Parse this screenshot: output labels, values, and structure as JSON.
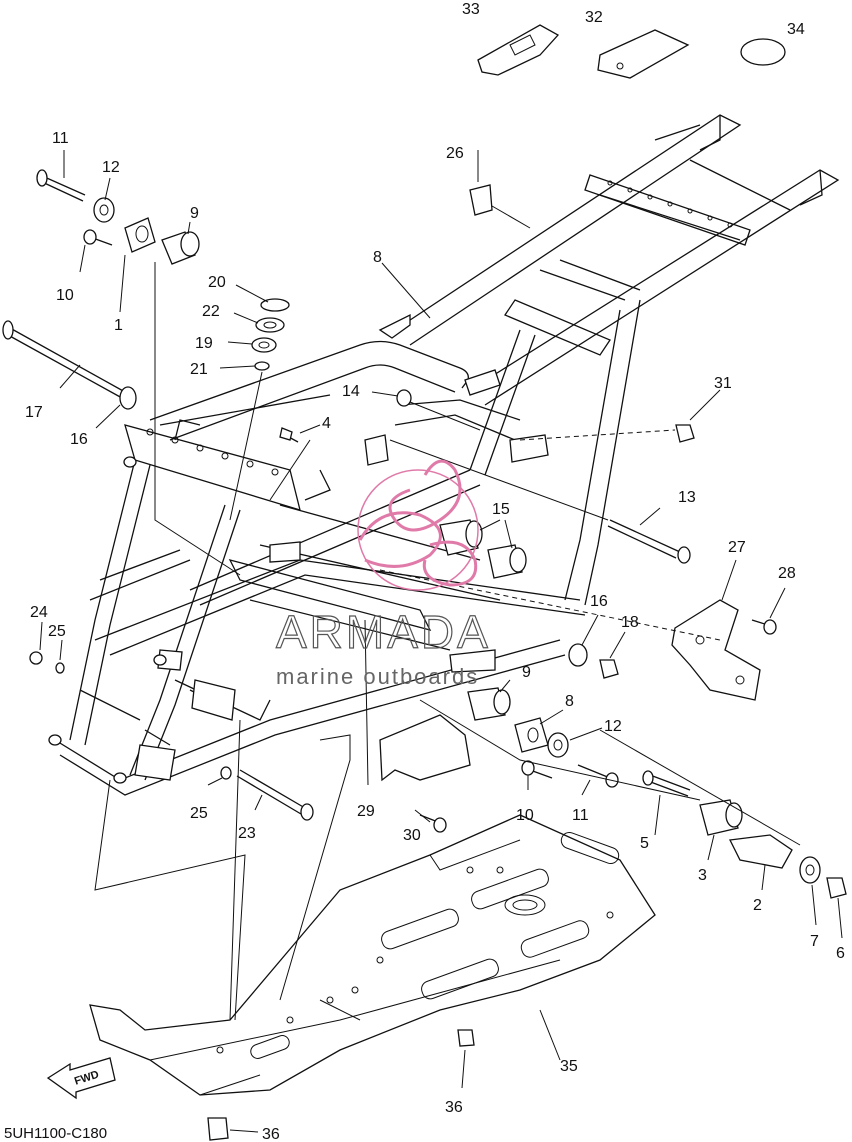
{
  "diagram": {
    "code": "5UH1100-C180",
    "fwd_label": "FWD",
    "watermark": {
      "title": "ARMADA",
      "subtitle": "marine outboards"
    },
    "colors": {
      "line": "#111111",
      "watermark_pink": "#e07aa8",
      "background": "#ffffff"
    },
    "callouts": [
      "33",
      "32",
      "34",
      "26",
      "11",
      "12",
      "9",
      "10",
      "8",
      "1",
      "20",
      "22",
      "19",
      "21",
      "17",
      "16",
      "14",
      "31",
      "4",
      "13",
      "15",
      "27",
      "28",
      "24",
      "25",
      "16",
      "18",
      "9",
      "8",
      "12",
      "10",
      "11",
      "29",
      "30",
      "25",
      "23",
      "5",
      "3",
      "2",
      "7",
      "6",
      "35",
      "36",
      "36"
    ]
  }
}
